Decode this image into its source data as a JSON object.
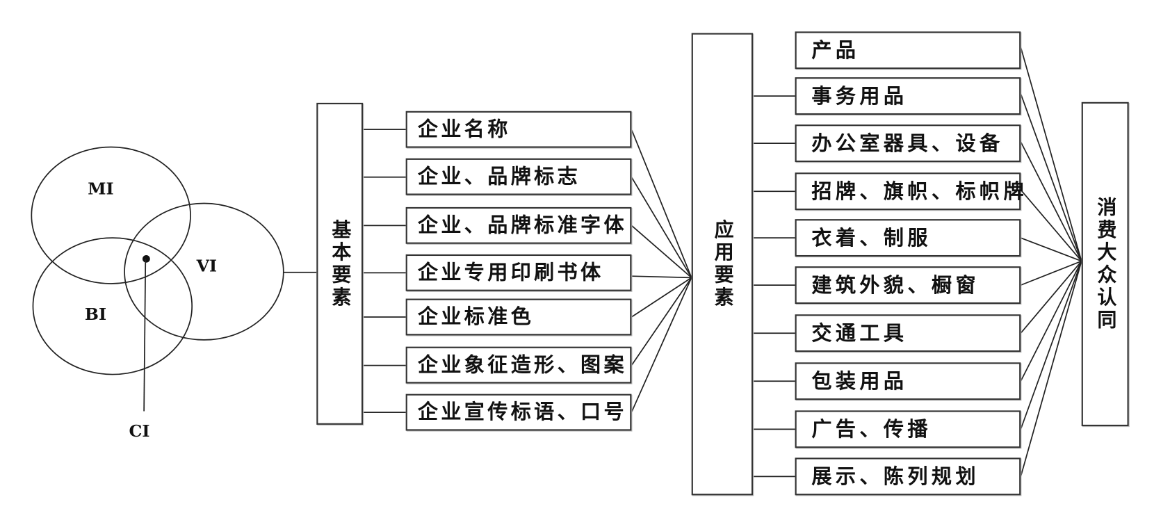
{
  "venn": {
    "mi": "MI",
    "vi": "VI",
    "bi": "BI",
    "ci": "CI"
  },
  "basic": {
    "title": "基本要素",
    "items": [
      "企业名称",
      "企业、品牌标志",
      "企业、品牌标准字体",
      "企业专用印刷书体",
      "企业标准色",
      "企业象征造形、图案",
      "企业宣传标语、口号"
    ]
  },
  "application": {
    "title": "应用要素",
    "items": [
      "产品",
      "事务用品",
      "办公室器具、设备",
      "招牌、旗帜、标帜牌",
      "衣着、制服",
      "建筑外貌、橱窗",
      "交通工具",
      "包装用品",
      "广告、传播",
      "展示、陈列规划"
    ]
  },
  "result": {
    "title": "消费大众认同"
  }
}
